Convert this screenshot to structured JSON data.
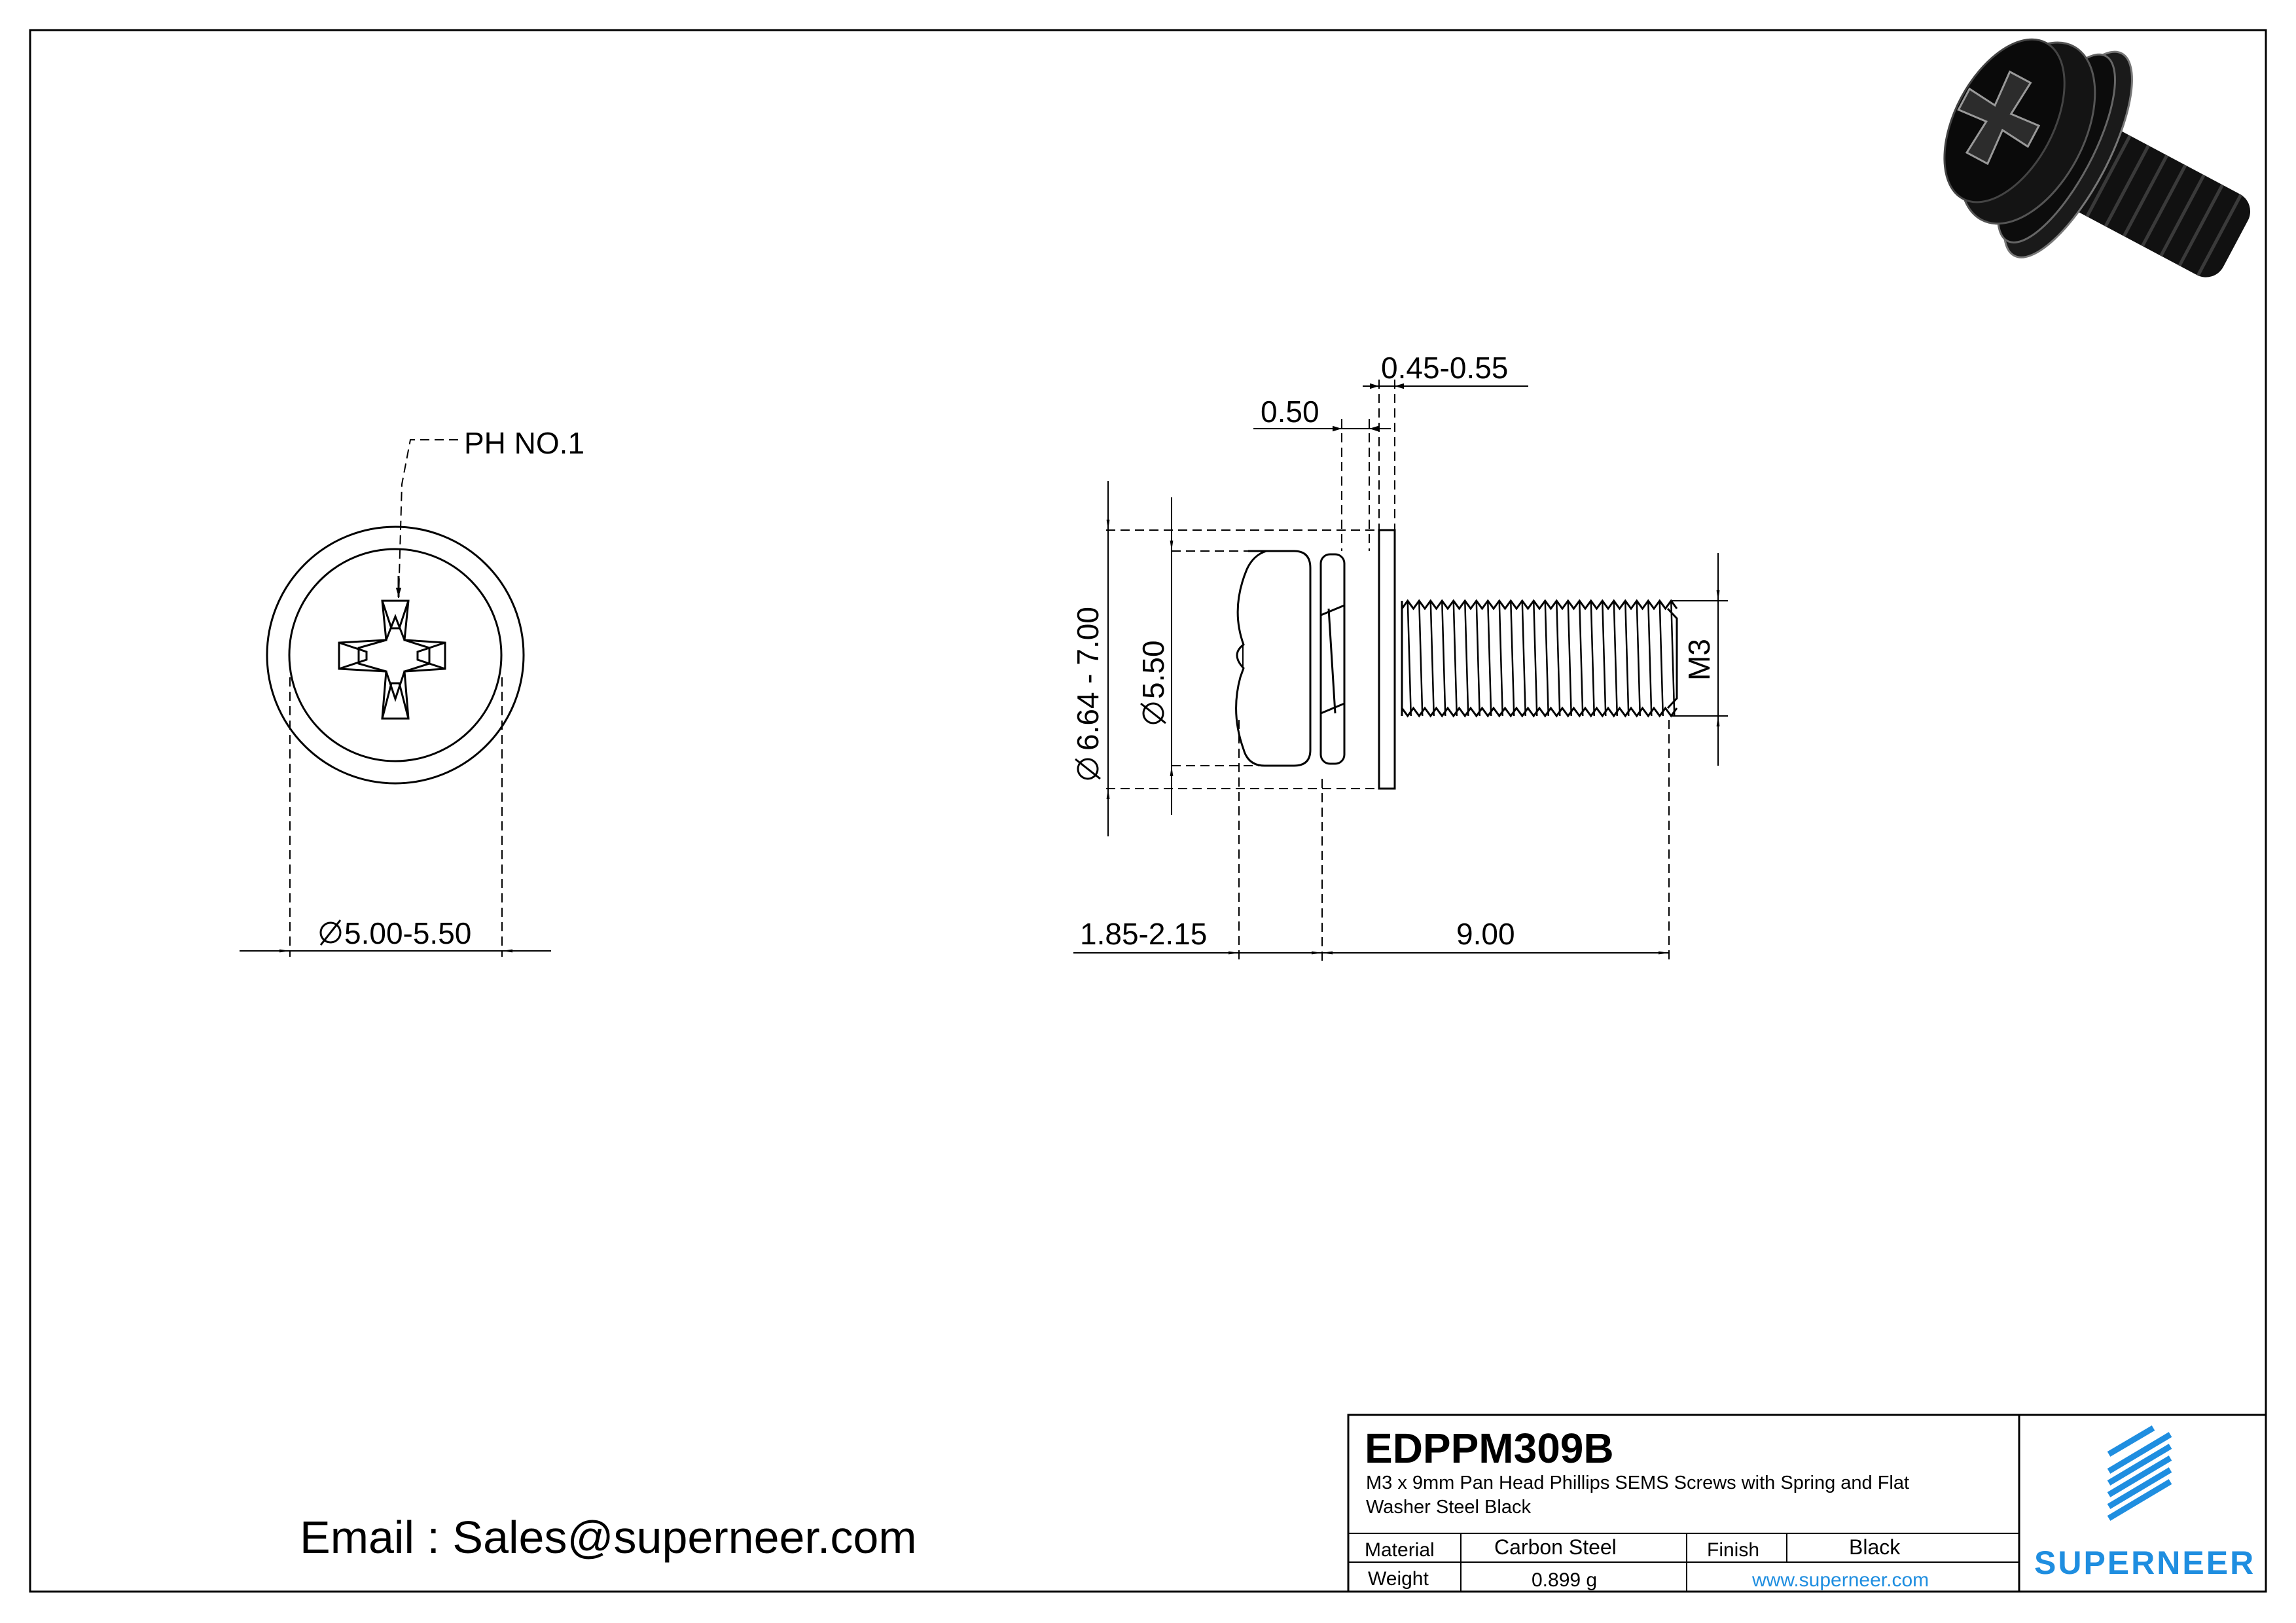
{
  "front_view": {
    "drive_callout": "PH NO.1",
    "head_diameter": "5.00-5.50"
  },
  "side_view": {
    "washer_thickness": "0.45-0.55",
    "spring_thickness": "0.50",
    "outer_diameter": "6.64 - 7.00",
    "head_dia": "5.50",
    "thread": "M3",
    "head_height": "1.85-2.15",
    "length": "9.00"
  },
  "email": "Email : Sales@superneer.com",
  "title_block": {
    "part_number": "EDPPM309B",
    "description_line1": "M3 x 9mm Pan Head Phillips SEMS Screws with Spring and Flat",
    "description_line2": "Washer Steel Black",
    "material_label": "Material",
    "material_value": "Carbon Steel",
    "finish_label": "Finish",
    "finish_value": "Black",
    "weight_label": "Weight",
    "weight_value": "0.899 g",
    "website": "www.superneer.com",
    "brand": "SUPERNEER",
    "brand_color": "#1f8ee0"
  }
}
